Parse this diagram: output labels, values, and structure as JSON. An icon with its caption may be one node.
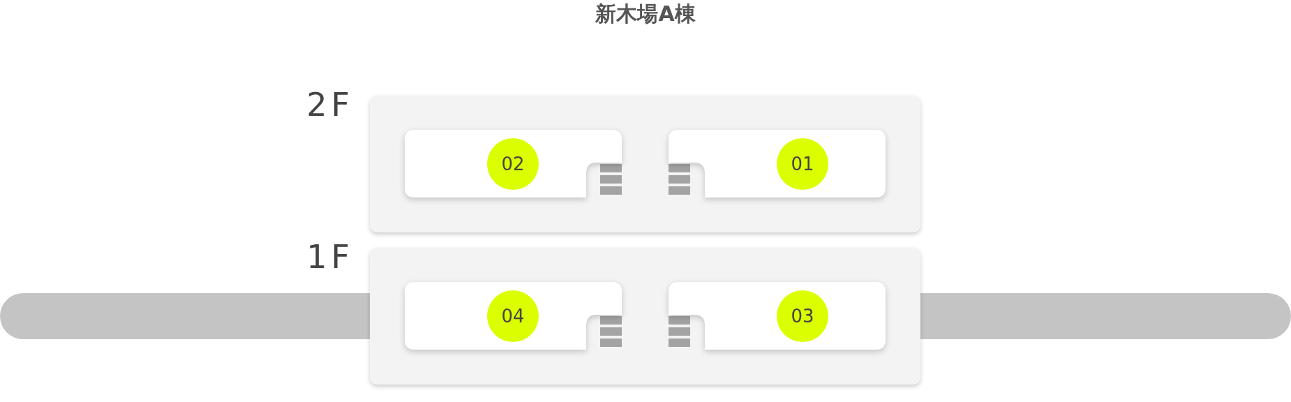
{
  "diagram": {
    "title": "新木場A棟",
    "nodes": [
      {
        "text": [
          "2F"
        ]
      },
      {
        "text": [
          "02"
        ],
        "in": 0
      },
      {
        "text": [
          "01"
        ],
        "in": 0
      },
      {
        "text": [
          "1F"
        ]
      },
      {
        "text": [
          "04"
        ],
        "in": 3
      },
      {
        "text": [
          "03"
        ],
        "in": 3
      }
    ]
  }
}
